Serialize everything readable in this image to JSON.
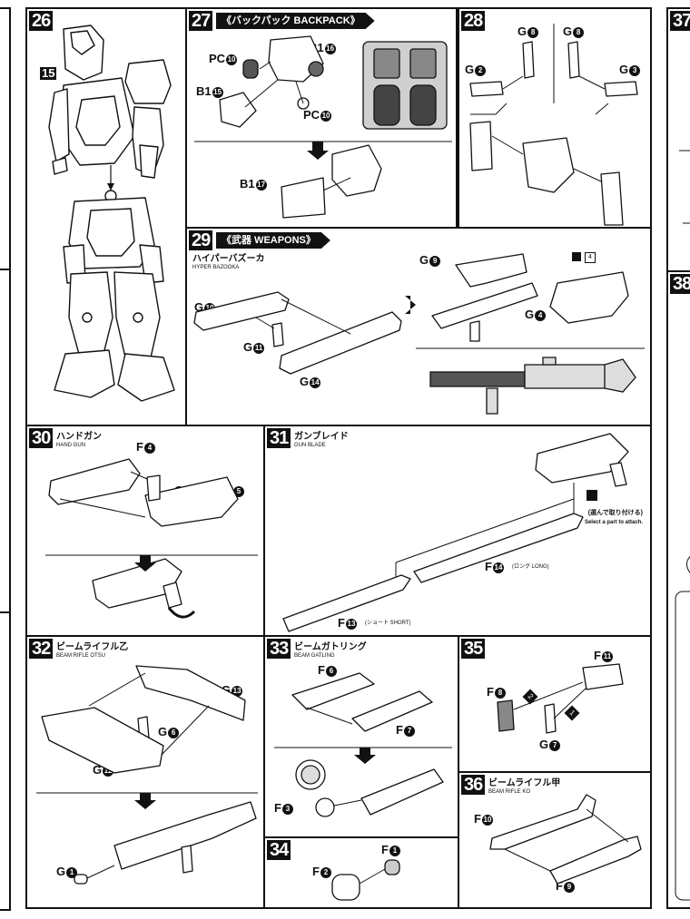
{
  "steps": {
    "s26": {
      "num": "26",
      "part": "15"
    },
    "s27": {
      "num": "27",
      "banner": "《バックパック BACKPACK》",
      "labels": {
        "pc10a": "PC",
        "b16": "B1",
        "b15": "B1",
        "pc10b": "PC",
        "b17": "B1"
      },
      "circ": {
        "pc10a": "10",
        "b16": "16",
        "b15": "15",
        "pc10b": "10",
        "b17": "17"
      }
    },
    "s28": {
      "num": "28",
      "labels": {
        "g8a": "G",
        "g8b": "G",
        "g2": "G",
        "g3": "G"
      },
      "circ": {
        "g8a": "8",
        "g8b": "8",
        "g2": "2",
        "g3": "3"
      }
    },
    "s29": {
      "num": "29",
      "banner": "《武器 WEAPONS》",
      "title": "ハイパーバズーカ",
      "subtitle": "HYPER BAZOOKA",
      "labels": {
        "g10": "G",
        "g11": "G",
        "g14": "G",
        "g9": "G",
        "g4": "G"
      },
      "circ": {
        "g10": "10",
        "g11": "11",
        "g14": "14",
        "g9": "9",
        "g4": "4"
      },
      "tool": "4"
    },
    "s30": {
      "num": "30",
      "title": "ハンドガン",
      "subtitle": "HAND GUN",
      "labels": {
        "f4": "F",
        "g5": "G",
        "f5": "F"
      },
      "circ": {
        "f4": "4",
        "g5": "5",
        "f5": "5"
      }
    },
    "s31": {
      "num": "31",
      "title": "ガンブレイド",
      "subtitle": "GUN BLADE",
      "note_jp": "(選んで取り付ける)",
      "note_en": "Select a part to attach.",
      "labels": {
        "f14": "F",
        "f13": "F"
      },
      "circ": {
        "f14": "14",
        "f13": "13"
      },
      "long": "(ロング LONG)",
      "short": "(ショート SHORT)"
    },
    "s32": {
      "num": "32",
      "title": "ビームライフル乙",
      "subtitle": "BEAM RIFLE OTSU",
      "labels": {
        "g13": "G",
        "g6": "G",
        "g12": "G",
        "g1": "G"
      },
      "circ": {
        "g13": "13",
        "g6": "6",
        "g12": "12",
        "g1": "1"
      }
    },
    "s33": {
      "num": "33",
      "title": "ビームガトリング",
      "subtitle": "BEAM GATLING",
      "labels": {
        "f6": "F",
        "f7": "F",
        "f3": "F"
      },
      "circ": {
        "f6": "6",
        "f7": "7",
        "f3": "3"
      }
    },
    "s34": {
      "num": "34",
      "labels": {
        "f1": "F",
        "f2": "F"
      },
      "circ": {
        "f1": "1",
        "f2": "2"
      }
    },
    "s35": {
      "num": "35",
      "labels": {
        "f11": "F",
        "f8": "F",
        "g7": "G"
      },
      "circ": {
        "f11": "11",
        "f8": "8",
        "g7": "7"
      },
      "order1": "1",
      "order2": "2"
    },
    "s36": {
      "num": "36",
      "title": "ビームライフル甲",
      "subtitle": "BEAM RIFLE KO",
      "labels": {
        "f10": "F",
        "f9": "F"
      },
      "circ": {
        "f10": "10",
        "f9": "9"
      }
    },
    "s37": {
      "num": "37"
    },
    "s38": {
      "num": "38"
    }
  }
}
